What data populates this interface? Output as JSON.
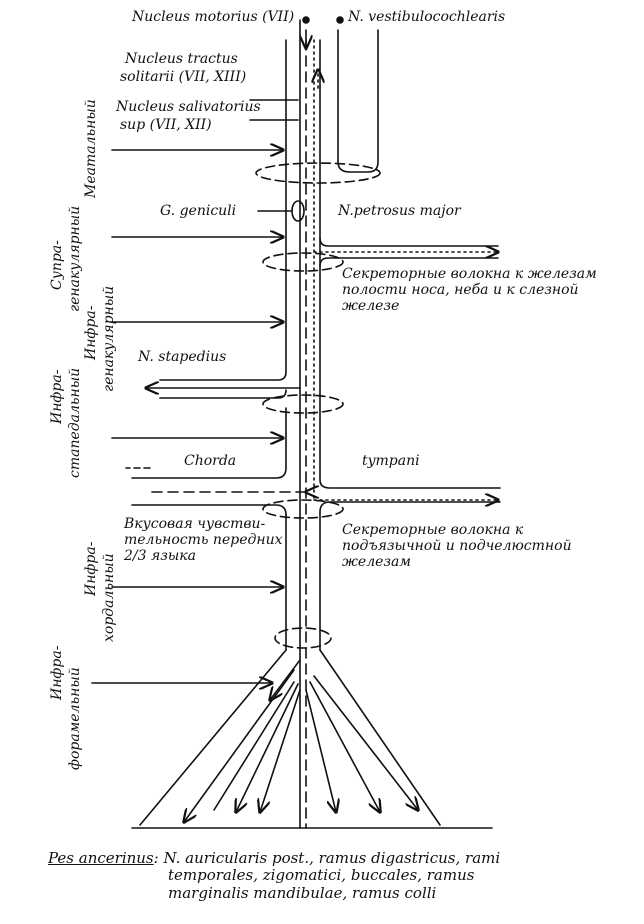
{
  "top": {
    "nucleus_motorius": "Nucleus motorius (VII)",
    "n_vestibulocochlearis": "N. vestibulocochlearis",
    "nucleus_tractus_1": "Nucleus tractus",
    "nucleus_tractus_2": "solitarii (VII, XIII)",
    "nucleus_saliv_1": "Nucleus salivatorius",
    "nucleus_saliv_2": "sup (VII, XII)"
  },
  "levels": {
    "meatal": "Меатальный",
    "supra_1": "Супра-",
    "supra_2": "генакулярный",
    "infragen_1": "Инфра-",
    "infragen_2": "генакулярный",
    "infrastap_1": "Инфра-",
    "infrastap_2": "стапедальный",
    "infrachord_1": "Инфра-",
    "infrachord_2": "хордальный",
    "infraforam_1": "Инфра-",
    "infraforam_2": "форамельный"
  },
  "labels": {
    "g_geniculi": "G. geniculi",
    "n_petrosus": "N.petrosus major",
    "secret_1_l1": "Секреторные волокна к железам",
    "secret_1_l2": "полости носа, неба и к слезной",
    "secret_1_l3": "железе",
    "n_stapedius": "N. stapedius",
    "chorda": "Chorda",
    "tympani": "tympani",
    "taste_l1": "Вкусовая чувстви-",
    "taste_l2": "тельность передних",
    "taste_l3": "2/3 языка",
    "secret_2_l1": "Секреторные волокна к",
    "secret_2_l2": "подъязычной и подчелюстной",
    "secret_2_l3": "железам"
  },
  "caption": {
    "head": "Pes ancerinus",
    "text_1": ": N. auricularis post., ramus digastricus, rami",
    "text_2": "temporales, zigomatici, buccales, ramus",
    "text_3": "marginalis mandibulae, ramus colli"
  }
}
